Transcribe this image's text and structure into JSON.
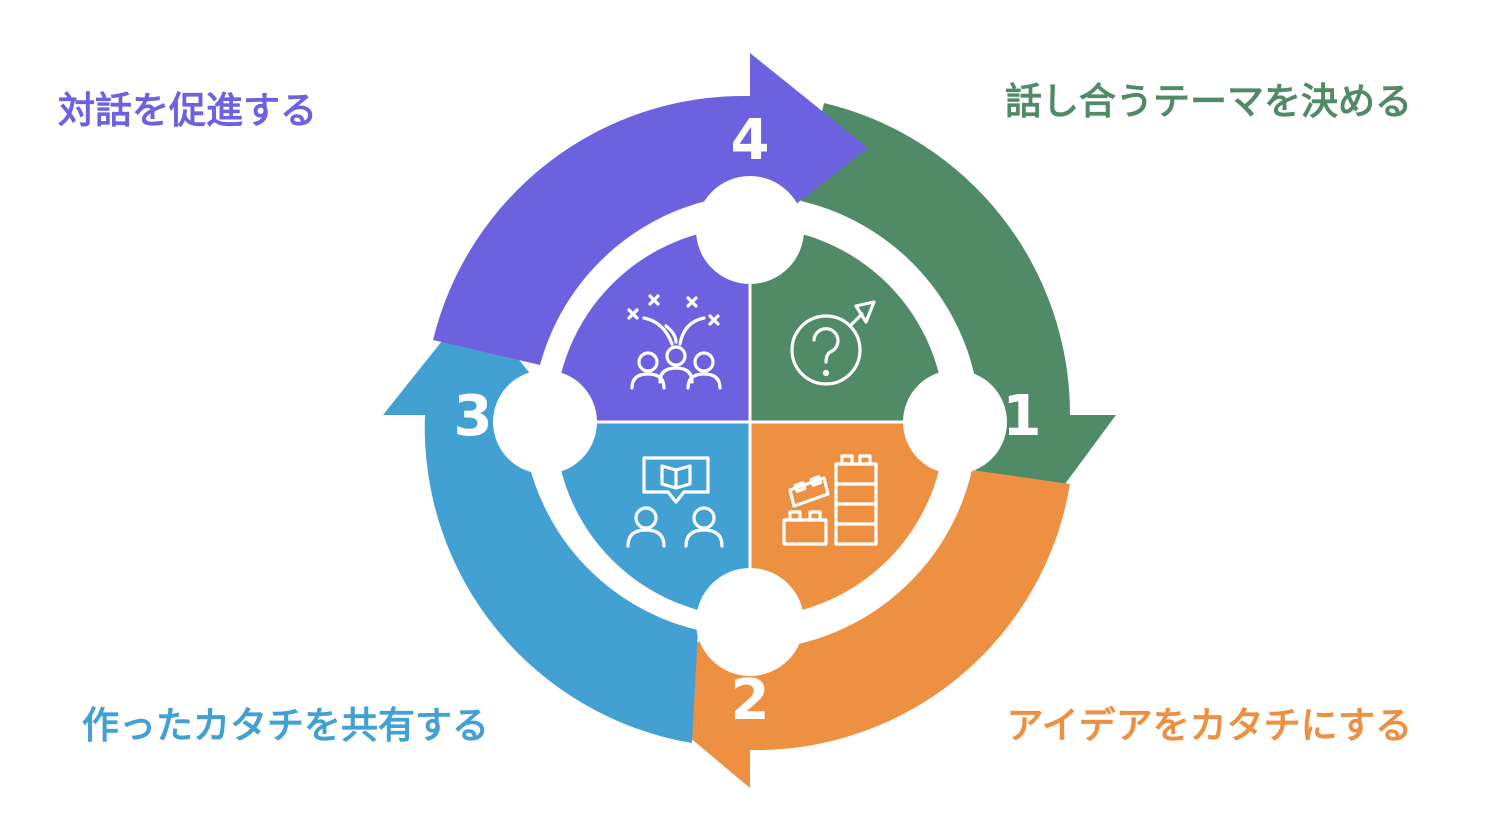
{
  "steps": [
    {
      "number": "1",
      "label": "話し合うテーマを決める",
      "color": "#508a66",
      "icon": "question-target-icon"
    },
    {
      "number": "2",
      "label": "アイデアをカタチにする",
      "color": "#ed9042",
      "icon": "building-blocks-icon"
    },
    {
      "number": "3",
      "label": "作ったカタチを共有する",
      "color": "#42a0d2",
      "icon": "presentation-people-icon"
    },
    {
      "number": "4",
      "label": "対話を促進する",
      "color": "#6c62e0",
      "icon": "celebrating-group-icon"
    }
  ]
}
